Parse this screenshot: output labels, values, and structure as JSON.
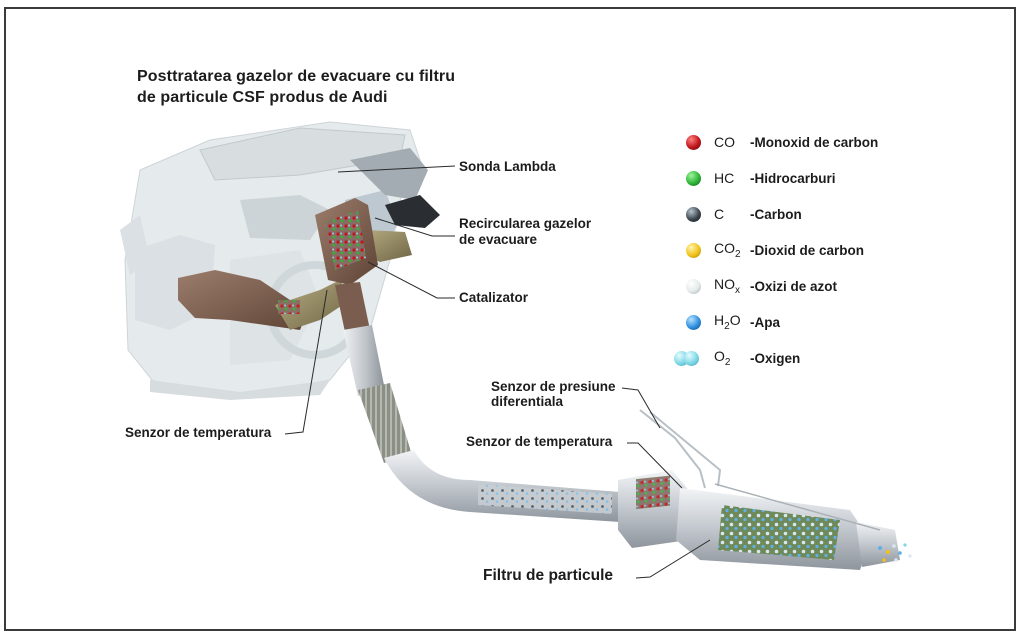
{
  "title": {
    "line1": "Posttratarea gazelor de evacuare cu filtru",
    "line2": "de particule CSF produs de Audi"
  },
  "callouts": {
    "sonda_lambda": "Sonda Lambda",
    "recirculare_line1": "Recircularea gazelor",
    "recirculare_line2": "de evacuare",
    "catalizator": "Catalizator",
    "senzor_temp_engine": "Senzor de temperatura",
    "senzor_presiune_line1": "Senzor de presiune",
    "senzor_presiune_line2": "diferentiala",
    "senzor_temp_exhaust": "Senzor de temperatura",
    "filtru_particule": "Filtru de particule"
  },
  "legend": [
    {
      "icon": "red-ball-icon",
      "color": "#c0161a",
      "formula": "CO",
      "sub": "",
      "description": "-Monoxid de carbon"
    },
    {
      "icon": "green-ball-icon",
      "color": "#2fb43a",
      "formula": "HC",
      "sub": "",
      "description": "-Hidrocarburi"
    },
    {
      "icon": "dark-gray-ball-icon",
      "color": "#3d4750",
      "formula": "C",
      "sub": "",
      "description": "-Carbon"
    },
    {
      "icon": "yellow-ball-icon",
      "color": "#f1c21a",
      "formula": "CO",
      "sub": "2",
      "description": "-Dioxid de carbon"
    },
    {
      "icon": "white-ball-icon",
      "color": "#e4ebea",
      "formula": "NO",
      "sub": "x",
      "description": "-Oxizi de azot"
    },
    {
      "icon": "blue-ball-icon",
      "color": "#2f8fe0",
      "formula": "H",
      "sub": "2",
      "formula_suffix": "O",
      "description": "-Apa"
    },
    {
      "icon": "cyan-double-ball-icon",
      "color": "#7fd8e6",
      "formula": "O",
      "sub": "2",
      "description": "-Oxigen"
    }
  ]
}
